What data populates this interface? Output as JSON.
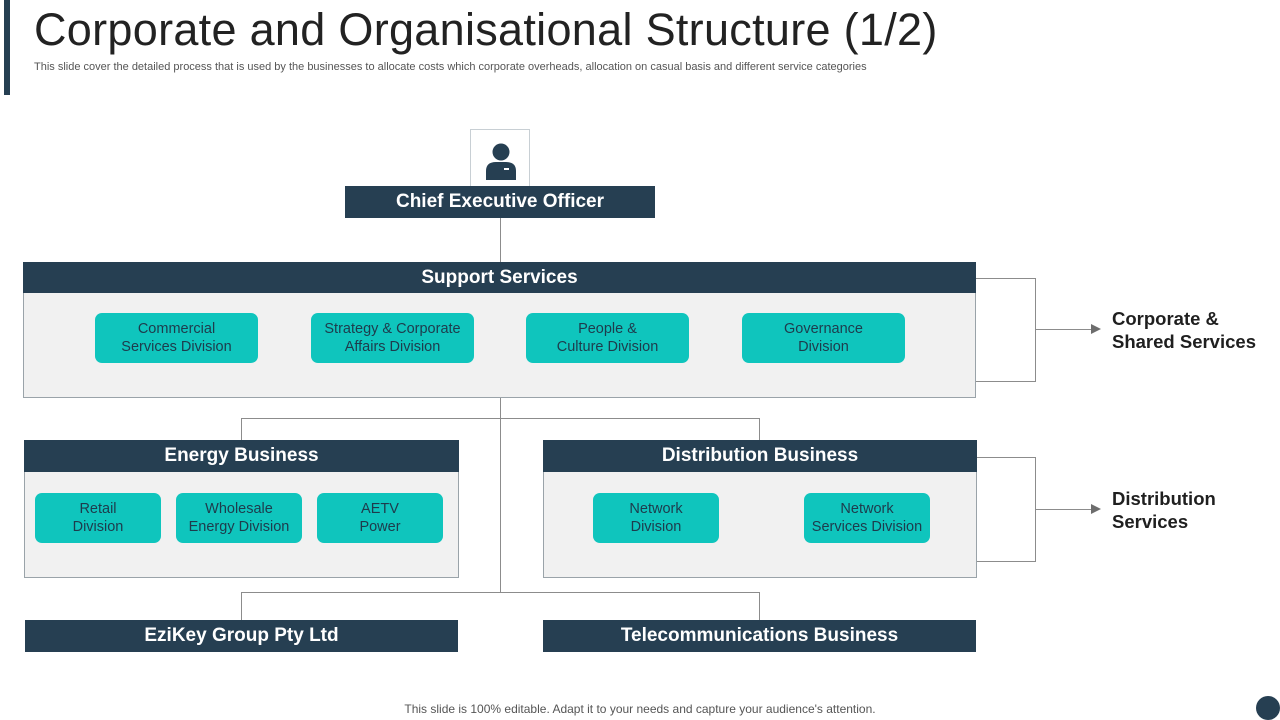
{
  "slide": {
    "title": "Corporate and Organisational Structure (1/2)",
    "subtitle": "This slide cover the detailed process that is used by the businesses to allocate costs which corporate overheads, allocation on casual basis and different service categories",
    "footer": "This slide is 100% editable. Adapt it to your needs and capture your audience's attention."
  },
  "org_chart": {
    "ceo": {
      "label": "Chief Executive Officer",
      "icon": "person-icon"
    },
    "support_services": {
      "label": "Support Services",
      "divisions": [
        "Commercial\nServices Division",
        "Strategy & Corporate\nAffairs Division",
        "People &\nCulture Division",
        "Governance\nDivision"
      ]
    },
    "energy_business": {
      "label": "Energy Business",
      "divisions": [
        "Retail\nDivision",
        "Wholesale\nEnergy Division",
        "AETV\nPower"
      ]
    },
    "distribution_business": {
      "label": "Distribution Business",
      "divisions": [
        "Network\nDivision",
        "Network\nServices Division"
      ]
    },
    "ezikey": {
      "label": "EziKey Group Pty Ltd"
    },
    "telecom": {
      "label": "Telecommunications Business"
    },
    "groupings": {
      "corporate": "Corporate &\nShared Services",
      "distribution": "Distribution\nServices"
    }
  },
  "colors": {
    "header": "#263f52",
    "division_pill": "#0fc5bd",
    "panel": "#f1f1f1"
  }
}
